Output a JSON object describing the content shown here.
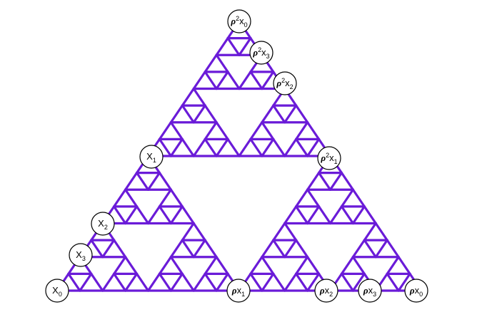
{
  "diagram": {
    "edge_color": "#6a1bd8",
    "recursion_depth": 4,
    "nodes": [
      {
        "id": "r2x0",
        "rho": "ρ",
        "sup": "2",
        "base": "x",
        "sub": "0"
      },
      {
        "id": "r2x3",
        "rho": "ρ",
        "sup": "2",
        "base": "x",
        "sub": "3"
      },
      {
        "id": "r2x2",
        "rho": "ρ",
        "sup": "2",
        "base": "x",
        "sub": "2"
      },
      {
        "id": "x1",
        "rho": "",
        "sup": "",
        "base": "X",
        "sub": "1"
      },
      {
        "id": "r2x1",
        "rho": "ρ",
        "sup": "2",
        "base": "x",
        "sub": "1"
      },
      {
        "id": "x2",
        "rho": "",
        "sup": "",
        "base": "X",
        "sub": "2"
      },
      {
        "id": "x3",
        "rho": "",
        "sup": "",
        "base": "X",
        "sub": "3"
      },
      {
        "id": "x0",
        "rho": "",
        "sup": "",
        "base": "X",
        "sub": "0"
      },
      {
        "id": "rx1",
        "rho": "ρ",
        "sup": "",
        "base": "x",
        "sub": "1"
      },
      {
        "id": "rx2",
        "rho": "ρ",
        "sup": "",
        "base": "x",
        "sub": "2"
      },
      {
        "id": "rx3",
        "rho": "ρ",
        "sup": "",
        "base": "x",
        "sub": "3"
      },
      {
        "id": "rx0",
        "rho": "ρ",
        "sup": "",
        "base": "x",
        "sub": "0"
      }
    ]
  }
}
